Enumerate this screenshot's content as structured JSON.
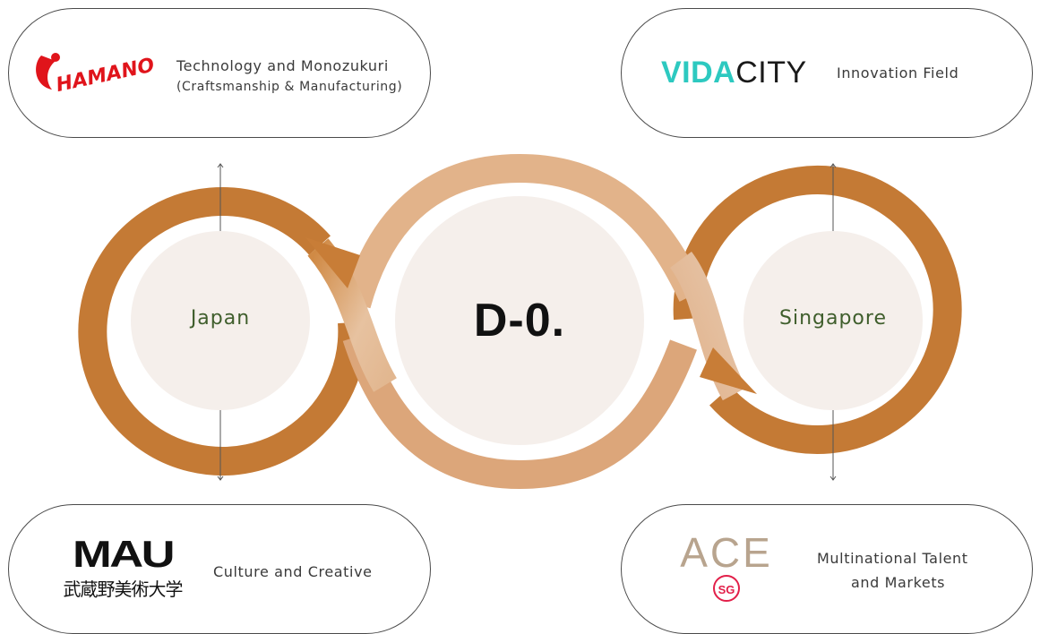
{
  "center": {
    "label": "D-0."
  },
  "regions": {
    "left": "Japan",
    "right": "Singapore"
  },
  "partners": {
    "top_left": {
      "logo": "HAMANO",
      "line1": "Technology and Monozukuri",
      "line2": "(Craftsmanship & Manufacturing)"
    },
    "top_right": {
      "logo_part1": "VIDA",
      "logo_part2": "CITY",
      "line1": "Innovation Field"
    },
    "bottom_left": {
      "logo": "MAU",
      "logo_sub": "武蔵野美術大学",
      "line1": "Culture and Creative"
    },
    "bottom_right": {
      "logo": "ACE",
      "logo_badge": "SG",
      "line1": "Multinational Talent",
      "line2": "and Markets"
    }
  },
  "colors": {
    "loop_dark": "#c07530",
    "loop_light": "#e3b48a",
    "circle_fill": "#f6efea",
    "label_green": "#3f5e2c",
    "vida_teal": "#2dc9c0",
    "hamano_red": "#e0141b",
    "hamano_blue": "#1d3f9a",
    "ace_tan": "#b8a48e",
    "ace_red": "#e21f49"
  }
}
